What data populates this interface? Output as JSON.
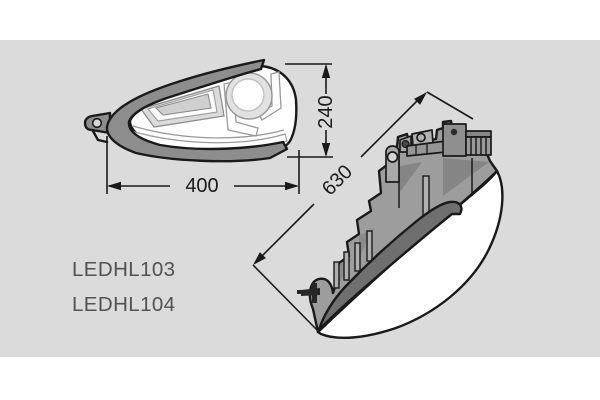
{
  "drawing": {
    "product_codes": {
      "line1": "LEDHL103",
      "line2": "LEDHL104"
    },
    "dimensions": {
      "height": "240",
      "width": "400",
      "diagonal": "630"
    }
  },
  "colors": {
    "panel": "#dbdbdb",
    "outline": "#1a1a1a",
    "frame_gray": "#8d8d8d",
    "lens_white": "#ffffff",
    "detail_light": "#e2e2e2",
    "housing_gray": "#9d9d9d",
    "housing_dark": "#6f6f6f",
    "hardware_gray": "#a8a8a8",
    "facet_gray": "#858585",
    "dim_text": "#1b1b1b",
    "code_text": "#525252"
  }
}
